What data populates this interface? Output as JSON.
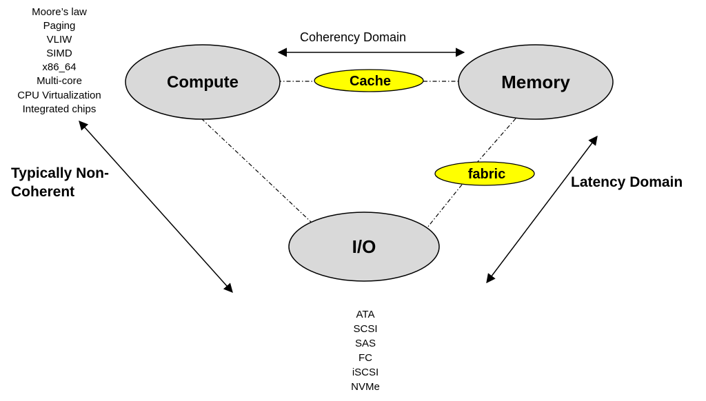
{
  "colors": {
    "node_fill": "#d9d9d9",
    "tag_fill": "#ffff00",
    "stroke": "#000000"
  },
  "compute_list": [
    "Moore’s law",
    "Paging",
    "VLIW",
    "SIMD",
    "x86_64",
    "Multi-core",
    "CPU Virtualization",
    "Integrated chips"
  ],
  "io_list": [
    "ATA",
    "SCSI",
    "SAS",
    "FC",
    "iSCSI",
    "NVMe"
  ],
  "nodes": {
    "compute": "Compute",
    "memory": "Memory",
    "io": "I/O"
  },
  "tags": {
    "cache": "Cache",
    "fabric": "fabric"
  },
  "labels": {
    "coherency_domain": "Coherency Domain",
    "non_coherent_line1": "Typically Non-",
    "non_coherent_line2": "Coherent",
    "latency_domain": "Latency Domain"
  }
}
